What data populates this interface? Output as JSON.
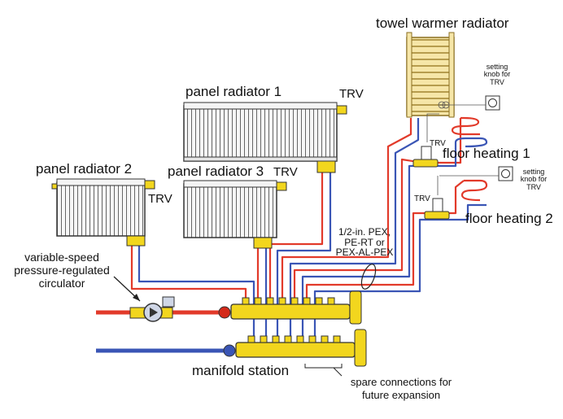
{
  "labels": {
    "towel_warmer": "towel warmer radiator",
    "panel_radiator_1": "panel radiator 1",
    "panel_radiator_2": "panel radiator 2",
    "panel_radiator_3": "panel radiator 3",
    "trv": "TRV",
    "floor_heating_1": "floor heating 1",
    "floor_heating_2": "floor heating 2",
    "setting_knob_line1": "setting",
    "setting_knob_line2": "knob for",
    "setting_knob_line3": "TRV",
    "pex_line1": "1/2-in. PEX,",
    "pex_line2": "PE-RT or",
    "pex_line3": "PEX-AL-PEX",
    "circulator_line1": "variable-speed",
    "circulator_line2": "pressure-regulated",
    "circulator_line3": "circulator",
    "manifold_station": "manifold station",
    "spare_line1": "spare connections for",
    "spare_line2": "future expansion"
  },
  "colors": {
    "supply_pipe": "#e23a2a",
    "return_pipe": "#3a55b5",
    "brass": "#f2d61e",
    "radiator_fill": "#f4f4f4",
    "towel_warmer": "#f6e6a8",
    "outline": "#222222"
  }
}
